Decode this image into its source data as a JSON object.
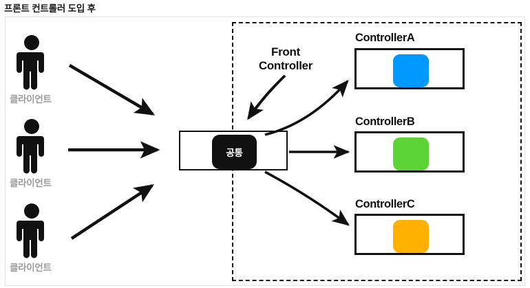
{
  "page": {
    "title": "프론트 컨트롤러 도입 후"
  },
  "diagram": {
    "type": "architecture-flow",
    "clients": [
      {
        "label": "클라이언트"
      },
      {
        "label": "클라이언트"
      },
      {
        "label": "클라이언트"
      }
    ],
    "front_controller": {
      "annotation": "Front Controller",
      "annotation_line1": "Front",
      "annotation_line2": "Controller",
      "box_label": "공통",
      "box_fill": "#111111",
      "box_text_color": "#ffffff"
    },
    "controllers": [
      {
        "title": "ControllerA",
        "color": "#0099FF"
      },
      {
        "title": "ControllerB",
        "color": "#5CD435"
      },
      {
        "title": "ControllerC",
        "color": "#FFB000"
      }
    ],
    "colors": {
      "outer_frame": "#e2e2e2",
      "server_border": "#111111",
      "arrow": "#111111",
      "client_icon": "#111111",
      "client_label": "#9a9a9a",
      "title": "#1a1a1a"
    }
  }
}
